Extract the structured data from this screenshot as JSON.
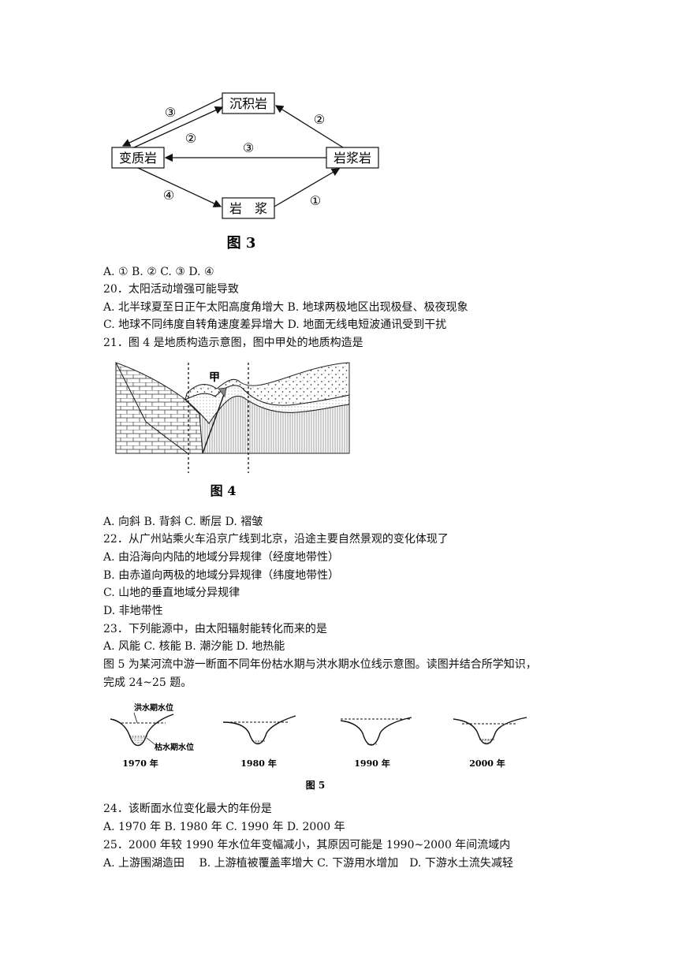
{
  "fig3": {
    "boxes": {
      "sedimentary": "沉积岩",
      "metamorphic": "变质岩",
      "igneous": "岩浆岩",
      "magma": "岩　浆"
    },
    "labels": {
      "circle1": "①",
      "circle2_left": "②",
      "circle2_right": "②",
      "circle3_top": "③",
      "circle3_mid": "③",
      "circle4": "④"
    },
    "caption": "图 3"
  },
  "q19_options": "A. ① B. ② C. ③ D. ④",
  "q20": {
    "stem": "20．太阳活动增强可能导致",
    "opt1": "A. 北半球夏至日正午太阳高度角增大 B. 地球两极地区出现极昼、极夜现象",
    "opt2": "C. 地球不同纬度自转角速度差异增大 D. 地面无线电短波通讯受到干扰"
  },
  "q21": {
    "stem": "21．图 4 是地质构造示意图，图中甲处的地质构造是",
    "fig_label": "甲",
    "caption": "图 4",
    "options": "A. 向斜 B. 背斜 C. 断层 D. 褶皱"
  },
  "q22": {
    "stem": "22．从广州站乘火车沿京广线到北京，沿途主要自然景观的变化体现了",
    "a": "A. 由沿海向内陆的地域分异规律（经度地带性）",
    "b": "B. 由赤道向两极的地域分异规律（纬度地带性）",
    "c": "C. 山地的垂直地域分异规律",
    "d": "D. 非地带性"
  },
  "q23": {
    "stem": "23．下列能源中，由太阳辐射能转化而来的是",
    "options": "A. 风能 C. 核能 B. 潮汐能 D. 地热能"
  },
  "intro": {
    "line1": "图 5 为某河流中游一断面不同年份枯水期与洪水期水位线示意图。读图并结合所学知识，",
    "line2": "完成 24~25 题。"
  },
  "fig5": {
    "flood_label": "洪水期水位",
    "dry_label": "枯水期水位",
    "years": [
      "1970 年",
      "1980 年",
      "1990 年",
      "2000 年"
    ],
    "caption": "图 5"
  },
  "q24": {
    "stem": "24．该断面水位变化最大的年份是",
    "options": "A. 1970 年 B. 1980 年 C. 1990 年 D. 2000 年"
  },
  "q25": {
    "stem": "25．2000 年较 1990 年水位年变幅减小，其原因可能是 1990~2000 年间流域内",
    "options": "A. 上游围湖造田　 B. 上游植被覆盖率增大 C. 下游用水增加　D. 下游水土流失减轻"
  }
}
